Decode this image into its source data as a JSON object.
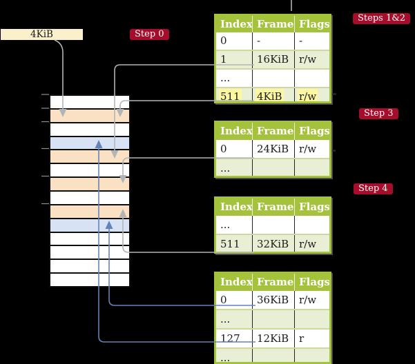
{
  "frame_size_label": "4KiB",
  "badges": {
    "step0": "Step 0",
    "steps12": "Steps 1&2",
    "step3": "Step 3",
    "step4": "Step 4"
  },
  "memory_column": {
    "description": "physical memory frames, 4KiB per row",
    "row_fills": [
      "white",
      "orange",
      "white",
      "blue",
      "orange",
      "white",
      "orange",
      "white",
      "orange",
      "blue",
      "white",
      "white",
      "white",
      "white"
    ]
  },
  "tables": [
    {
      "id": "pt-top",
      "step": "Steps 1&2",
      "headers": [
        "Index",
        "Frame",
        "Flags"
      ],
      "rows": [
        {
          "index": "0",
          "frame": "-",
          "flags": "-",
          "highlight": false
        },
        {
          "index": "1",
          "frame": "16KiB",
          "flags": "r/w",
          "highlight": false
        },
        {
          "index": "...",
          "frame": "",
          "flags": "",
          "highlight": false
        },
        {
          "index": "511",
          "frame": "4KiB",
          "flags": "r/w",
          "highlight": true
        }
      ]
    },
    {
      "id": "pt-mid",
      "step": "Step 3",
      "headers": [
        "Index",
        "Frame",
        "Flags"
      ],
      "rows": [
        {
          "index": "0",
          "frame": "24KiB",
          "flags": "r/w",
          "highlight": false
        },
        {
          "index": "...",
          "frame": "",
          "flags": "",
          "highlight": false
        }
      ]
    },
    {
      "id": "pt-low",
      "step": "Step 4",
      "headers": [
        "Index",
        "Frame",
        "Flags"
      ],
      "rows": [
        {
          "index": "...",
          "frame": "",
          "flags": "",
          "highlight": false
        },
        {
          "index": "511",
          "frame": "32KiB",
          "flags": "r/w",
          "highlight": false
        }
      ]
    },
    {
      "id": "pt-leaf",
      "step": "Step 4",
      "headers": [
        "Index",
        "Frame",
        "Flags"
      ],
      "rows": [
        {
          "index": "0",
          "frame": "36KiB",
          "flags": "r/w",
          "highlight": false
        },
        {
          "index": "...",
          "frame": "",
          "flags": "",
          "highlight": false
        },
        {
          "index": "127",
          "frame": "12KiB",
          "flags": "r",
          "highlight": false
        },
        {
          "index": "...",
          "frame": "",
          "flags": "",
          "highlight": false
        }
      ]
    }
  ],
  "links": [
    {
      "from": "4KiB label",
      "to": "memory frame 4KiB (row 2)",
      "color": "gray"
    },
    {
      "from": "pt-top entry 1 (16KiB)",
      "to": "memory frame 16KiB (row 5)",
      "color": "gray"
    },
    {
      "from": "pt-top entry 511 (4KiB)",
      "to": "memory frame 4KiB (row 2)",
      "color": "gray"
    },
    {
      "from": "pt-mid entry 0 (24KiB)",
      "to": "memory frame 24KiB (row 7)",
      "color": "gray"
    },
    {
      "from": "pt-low entry 511 (32KiB)",
      "to": "memory frame 32KiB (row 9)",
      "color": "gray"
    },
    {
      "from": "pt-leaf entry 0 (36KiB)",
      "to": "memory frame 36KiB (row 10)",
      "color": "blue"
    },
    {
      "from": "pt-leaf entry 127 (12KiB)",
      "to": "memory frame 12KiB (row 4)",
      "color": "blue"
    }
  ],
  "colors": {
    "background": "#000000",
    "badge_red": "#a60d2b",
    "table_header_green": "#a5c23d",
    "table_row_green": "#e9efd4",
    "row_separator_green": "#ccd89e",
    "highlight_yellow": "#fdf7a0",
    "memory_orange": "#fbe1c3",
    "memory_blue": "#d7e3f4",
    "label_cream": "#fbf0cc",
    "arrow_gray": "#b2b5b8",
    "arrow_blue": "#6383ba"
  }
}
